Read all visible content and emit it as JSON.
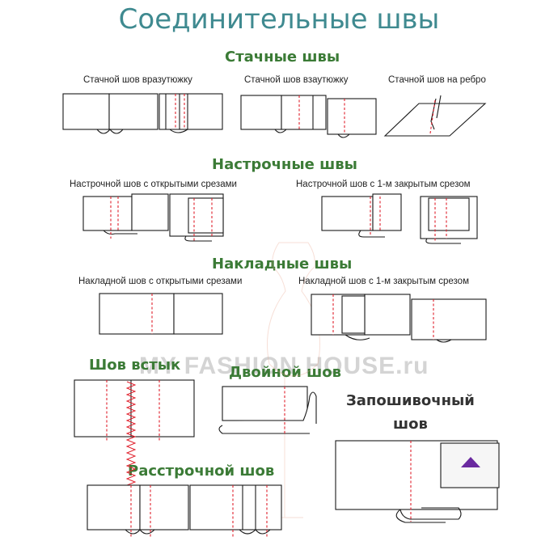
{
  "title": "Соединительные швы",
  "watermark": "MY FASHION HOUSE.ru",
  "sections": {
    "stachnye": {
      "heading": "Стачные швы",
      "items": [
        "Стачной шов вразутюжку",
        "Стачной шов взаутюжку",
        "Стачной шов на ребро"
      ]
    },
    "nastrochnye": {
      "heading": "Настрочные швы",
      "items": [
        "Настрочной шов с открытыми срезами",
        "Настрочной шов с 1-м закрытым срезом"
      ]
    },
    "nakladnye": {
      "heading": "Накладные швы",
      "items": [
        "Накладной шов с открытыми срезами",
        "Накладной шов с 1-м закрытым срезом"
      ]
    },
    "vstyk": {
      "heading": "Шов встык"
    },
    "dvoinoi": {
      "heading": "Двойной шов"
    },
    "zaposhivochny": {
      "heading_line1": "Запошивочный",
      "heading_line2": "шов"
    },
    "rasstrochnoi": {
      "heading": "Расстрочной шов"
    }
  },
  "colors": {
    "title": "#3f8a90",
    "heading": "#3b7b36",
    "stitch": "#e0202c",
    "outline": "#1a1a1a",
    "accent_triangle": "#6a2aa0"
  },
  "icons": {
    "triangle": "purple-triangle-icon"
  }
}
